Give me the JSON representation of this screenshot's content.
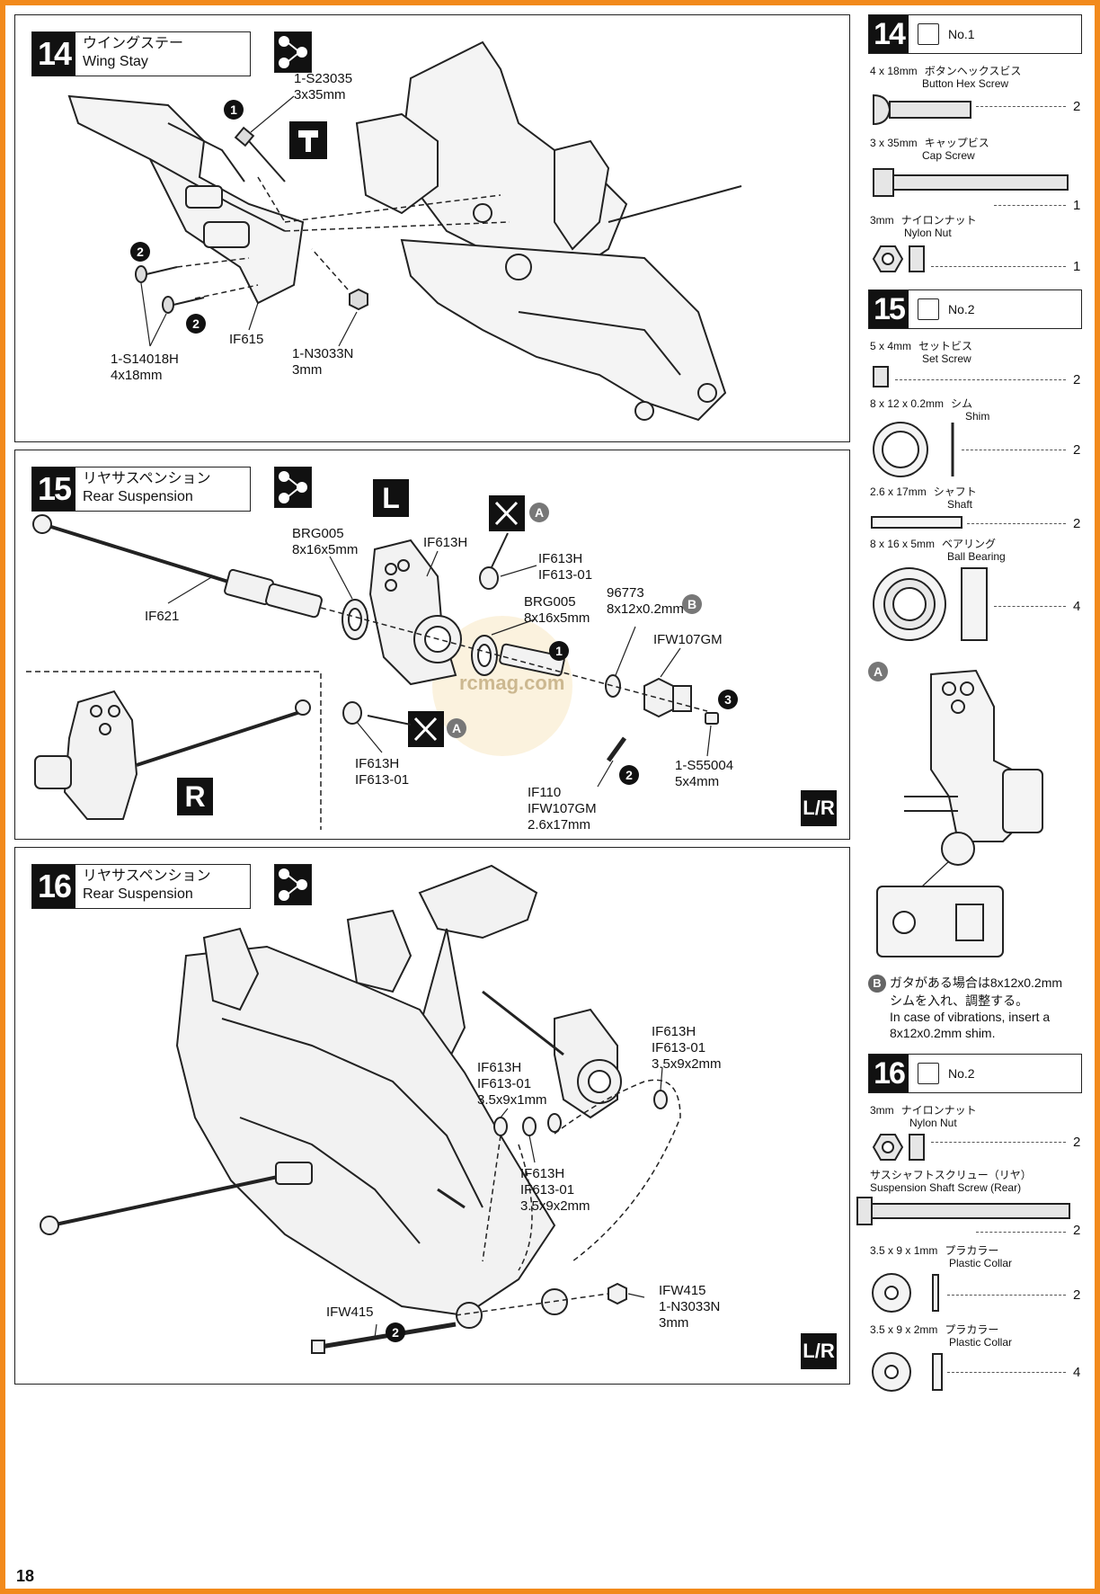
{
  "page_number": "18",
  "step14": {
    "number": "14",
    "title_jp": "ウイングステー",
    "title_en": "Wing Stay",
    "sequence_icon": [
      "①",
      "②",
      "③"
    ],
    "labels": {
      "screw_cap": "1-S23035",
      "screw_cap_size": "3x35mm",
      "screw_btn": "1-S14018H",
      "screw_btn_size": "4x18mm",
      "wing_stay": "IF615",
      "nut": "1-N3033N",
      "nut_size": "3mm"
    },
    "bullets": [
      "1",
      "2",
      "2"
    ]
  },
  "step15": {
    "number": "15",
    "title_jp": "リヤサスペンション",
    "title_en": "Rear Suspension",
    "sequence_icon": [
      "①",
      "②",
      "③"
    ],
    "side_L": "L",
    "side_R": "R",
    "lr_badge": "L/R",
    "labels": {
      "driveshaft": "IF621",
      "brg_outer": "BRG005",
      "brg_outer_size": "8x16x5mm",
      "hub_carrier": "IF613H",
      "collar_top_1": "IF613H",
      "collar_top_2": "IF613-01",
      "brg_inner": "BRG005",
      "brg_inner_size": "8x16x5mm",
      "shim": "96773",
      "shim_size": "8x12x0.2mm",
      "hex": "IFW107GM",
      "collar_bot_1": "IF613H",
      "collar_bot_2": "IF613-01",
      "pin_1": "IF110",
      "pin_2": "IFW107GM",
      "pin_size": "2.6x17mm",
      "set_screw": "1-S55004",
      "set_screw_size": "5x4mm"
    },
    "markers": {
      "a": "A",
      "b": "B"
    },
    "bullets": [
      "1",
      "2",
      "3"
    ]
  },
  "step16": {
    "number": "16",
    "title_jp": "リヤサスペンション",
    "title_en": "Rear Suspension",
    "sequence_icon": [
      "①",
      "②",
      "③"
    ],
    "lr_badge": "L/R",
    "labels": {
      "collar_right_1": "IF613H",
      "collar_right_2": "IF613-01",
      "collar_right_3": "3.5x9x2mm",
      "collar_mid_1": "IF613H",
      "collar_mid_2": "IF613-01",
      "collar_mid_3": "3.5x9x1mm",
      "collar_low_1": "IF613H",
      "collar_low_2": "IF613-01",
      "collar_low_3": "3.5x9x2mm",
      "shaft": "IFW415",
      "nut_1": "IFW415",
      "nut_2": "1-N3033N",
      "nut_3": "3mm"
    },
    "bullets": [
      "1",
      "2"
    ]
  },
  "sidebar": {
    "s14": {
      "number": "14",
      "bag": "No.1",
      "parts": [
        {
          "size": "4 x 18mm",
          "jp": "ボタンヘックスビス",
          "en": "Button Hex Screw",
          "qty": "2"
        },
        {
          "size": "3 x 35mm",
          "jp": "キャップビス",
          "en": "Cap Screw",
          "qty": "1"
        },
        {
          "size": "3mm",
          "jp": "ナイロンナット",
          "en": "Nylon Nut",
          "qty": "1"
        }
      ]
    },
    "s15": {
      "number": "15",
      "bag": "No.2",
      "parts": [
        {
          "size": "5 x 4mm",
          "jp": "セットビス",
          "en": "Set Screw",
          "qty": "2"
        },
        {
          "size": "8 x 12 x 0.2mm",
          "jp": "シム",
          "en": "Shim",
          "qty": "2"
        },
        {
          "size": "2.6 x 17mm",
          "jp": "シャフト",
          "en": "Shaft",
          "qty": "2"
        },
        {
          "size": "8 x 16 x 5mm",
          "jp": "ベアリング",
          "en": "Ball Bearing",
          "qty": "4"
        }
      ],
      "detail_a": "A",
      "note_marker": "B",
      "note_jp_1": "ガタがある場合は8x12x0.2mm",
      "note_jp_2": "シムを入れ、調整する。",
      "note_en_1": "In case of vibrations, insert a",
      "note_en_2": "8x12x0.2mm shim."
    },
    "s16": {
      "number": "16",
      "bag": "No.2",
      "parts": [
        {
          "size": "3mm",
          "jp": "ナイロンナット",
          "en": "Nylon Nut",
          "qty": "2"
        },
        {
          "size": "",
          "jp": "サスシャフトスクリュー（リヤ）",
          "en": "Suspension Shaft Screw (Rear)",
          "qty": "2"
        },
        {
          "size": "3.5 x 9 x 1mm",
          "jp": "プラカラー",
          "en": "Plastic Collar",
          "qty": "2"
        },
        {
          "size": "3.5 x 9 x 2mm",
          "jp": "プラカラー",
          "en": "Plastic Collar",
          "qty": "4"
        }
      ]
    }
  },
  "watermark": "rcmag.com"
}
